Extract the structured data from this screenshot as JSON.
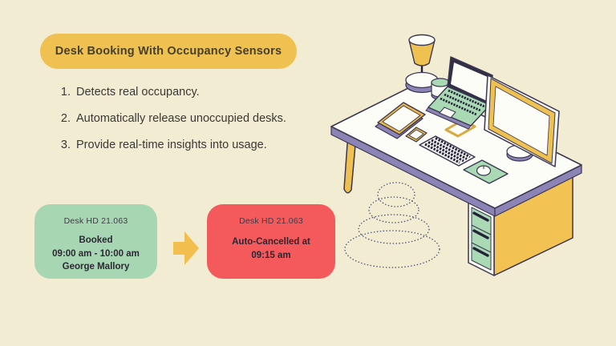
{
  "colors": {
    "background": "#f2ecd3",
    "title_bg": "#efc150",
    "card_green": "#a6d7b2",
    "card_red": "#f4595b",
    "arrow_yellow": "#f2bf4e",
    "illustration_yellow": "#efc150",
    "illustration_green": "#a9dab4",
    "illustration_purple": "#8b84b5",
    "outline_dark": "#3b3651",
    "text_dark": "#3b3835"
  },
  "title": {
    "label": "Desk Booking With Occupancy Sensors"
  },
  "features": {
    "items": [
      {
        "number": "1.",
        "text": "Detects real occupancy."
      },
      {
        "number": "2.",
        "text": "Automatically release unoccupied desks."
      },
      {
        "number": "3.",
        "text": "Provide real-time insights into usage."
      }
    ]
  },
  "booked_card": {
    "desk_id": "Desk HD 21.063",
    "status": "Booked",
    "time_range": "09:00 am - 10:00 am",
    "person": "George Mallory"
  },
  "cancelled_card": {
    "desk_id": "Desk HD 21.063",
    "status_line_1": "Auto-Cancelled at",
    "status_line_2": "09:15 am"
  },
  "flow": {
    "arrow_icon": "arrow-right-icon"
  },
  "illustration": {
    "parts": [
      "desk",
      "desk-leg",
      "drawer-unit",
      "lamp",
      "pen-cup",
      "laptop",
      "monitor",
      "tablet",
      "phone",
      "keyboard",
      "mouse",
      "mousepad",
      "accessory-case",
      "sensor-waves"
    ]
  }
}
